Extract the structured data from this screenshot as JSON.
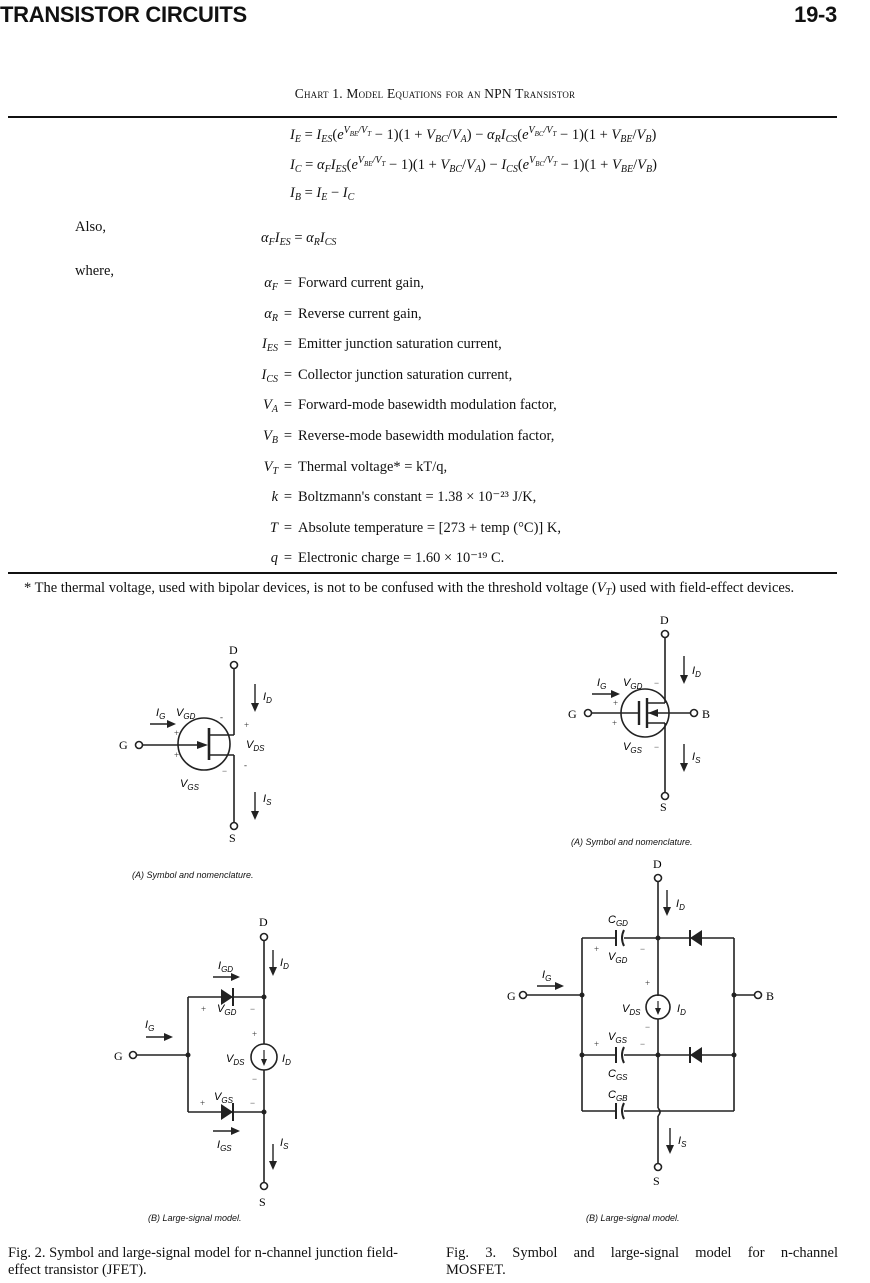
{
  "header": {
    "section_title": "TRANSISTOR CIRCUITS",
    "page_number": "19-3"
  },
  "chart1": {
    "title": "Chart 1. Model Equations for an NPN Transistor",
    "equations": [
      "I_E = I_ES(e^(V_BE/V_T) − 1)(1 + V_BC/V_A) − α_R I_CS(e^(V_BC/V_T) − 1)(1 + V_BE/V_B)",
      "I_C = α_F I_ES(e^(V_BE/V_T) − 1)(1 + V_BC/V_A) − I_CS(e^(V_BC/V_T) − 1)(1 + V_BE/V_B)",
      "I_B = I_E − I_C"
    ],
    "also_label": "Also,",
    "also_equation": "α_F I_ES = α_R I_CS",
    "where_label": "where,",
    "definitions": [
      {
        "symbol": "α",
        "sub": "F",
        "text": "Forward current gain,"
      },
      {
        "symbol": "α",
        "sub": "R",
        "text": "Reverse current gain,"
      },
      {
        "symbol": "I",
        "sub": "ES",
        "text": "Emitter junction saturation current,"
      },
      {
        "symbol": "I",
        "sub": "CS",
        "text": "Collector junction saturation current,"
      },
      {
        "symbol": "V",
        "sub": "A",
        "text": "Forward-mode basewidth modulation factor,"
      },
      {
        "symbol": "V",
        "sub": "B",
        "text": "Reverse-mode basewidth modulation factor,"
      },
      {
        "symbol": "V",
        "sub": "T",
        "text": "Thermal voltage* = kT/q,"
      },
      {
        "symbol": "k",
        "sub": "",
        "text": "Boltzmann's constant = 1.38 × 10⁻²³ J/K,"
      },
      {
        "symbol": "T",
        "sub": "",
        "text": "Absolute temperature = [273 + temp (°C)] K,"
      },
      {
        "symbol": "q",
        "sub": "",
        "text": "Electronic charge = 1.60 × 10⁻¹⁹ C."
      }
    ],
    "footnote": "* The thermal voltage, used with bipolar devices, is not to be confused with the threshold voltage (V_T) used with field-effect devices."
  },
  "fig2": {
    "a_caption": "(A) Symbol and nomenclature.",
    "b_caption": "(B) Large-signal model.",
    "caption": "Fig. 2. Symbol and large-signal model for n-channel junction field-effect transistor (JFET).",
    "labels": {
      "D": "D",
      "G": "G",
      "S": "S",
      "ID": "I",
      "IS": "I",
      "IG": "I",
      "VGD": "V",
      "VGS": "V",
      "VDS": "V",
      "IGD": "I",
      "IGS": "I"
    }
  },
  "fig3": {
    "a_caption": "(A) Symbol and nomenclature.",
    "b_caption": "(B) Large-signal model.",
    "caption": "Fig. 3. Symbol and large-signal model for n-channel MOSFET.",
    "labels": {
      "D": "D",
      "G": "G",
      "S": "S",
      "B": "B"
    }
  }
}
